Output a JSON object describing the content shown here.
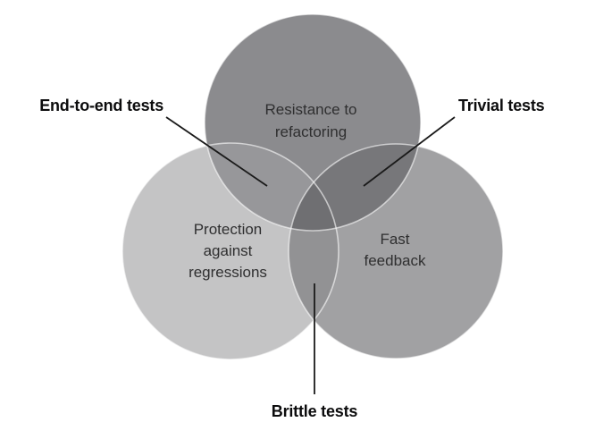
{
  "venn": {
    "background": "#ffffff",
    "colors": {
      "circle_protection": "#c4c4c5",
      "circle_fast": "#a1a1a3",
      "circle_resistance": "#8b8b8e",
      "overlap_resistance_protection": "#97979a",
      "overlap_resistance_fast": "#77777a",
      "overlap_protection_fast": "#929294",
      "overlap_all": "#6f6f72",
      "edge_highlight": "#ffffff",
      "pointer_line": "#1a1a1a"
    },
    "circles": {
      "resistance": {
        "line1": "Resistance to",
        "line2": "refactoring"
      },
      "protection": {
        "line1": "Protection",
        "line2": "against",
        "line3": "regressions"
      },
      "fast": {
        "line1": "Fast",
        "line2": "feedback"
      }
    },
    "callouts": {
      "end_to_end": "End-to-end tests",
      "trivial": "Trivial tests",
      "brittle": "Brittle tests"
    }
  }
}
